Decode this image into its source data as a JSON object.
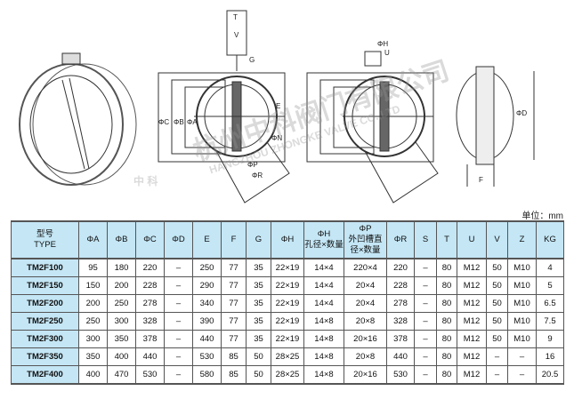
{
  "drawing": {
    "labels": {
      "T": "T",
      "V": "V",
      "H": "ΦH",
      "G": "G",
      "U": "U",
      "C": "ΦC",
      "B": "ΦB",
      "A": "ΦA",
      "E": "E",
      "P": "ΦP",
      "R": "ΦR",
      "N": "ΦN",
      "D": "ΦD",
      "F": "F"
    }
  },
  "watermark": {
    "cn": "杭州中科阀门有限公司",
    "en": "HANGZHOU ZHONGKE VALVE CO.,LTD",
    "logo": "中 科"
  },
  "unit": "单位：mm",
  "table": {
    "headers": [
      [
        "型号",
        "TYPE"
      ],
      [
        "ΦA"
      ],
      [
        "ΦB"
      ],
      [
        "ΦC"
      ],
      [
        "ΦD"
      ],
      [
        "E"
      ],
      [
        "F"
      ],
      [
        "G"
      ],
      [
        "ΦH"
      ],
      [
        "ΦH",
        "孔径×数量"
      ],
      [
        "ΦP",
        "外凹槽直",
        "径×数量"
      ],
      [
        "ΦR"
      ],
      [
        "S"
      ],
      [
        "T"
      ],
      [
        "U"
      ],
      [
        "V"
      ],
      [
        "Z"
      ],
      [
        "KG"
      ]
    ],
    "rows": [
      [
        "TM2F100",
        "95",
        "180",
        "220",
        "–",
        "250",
        "77",
        "35",
        "22×19",
        "14×4",
        "220×4",
        "220",
        "–",
        "80",
        "M12",
        "50",
        "M10",
        "4"
      ],
      [
        "TM2F150",
        "150",
        "200",
        "228",
        "–",
        "290",
        "77",
        "35",
        "22×19",
        "14×4",
        "20×4",
        "228",
        "–",
        "80",
        "M12",
        "50",
        "M10",
        "5"
      ],
      [
        "TM2F200",
        "200",
        "250",
        "278",
        "–",
        "340",
        "77",
        "35",
        "22×19",
        "14×4",
        "20×4",
        "278",
        "–",
        "80",
        "M12",
        "50",
        "M10",
        "6.5"
      ],
      [
        "TM2F250",
        "250",
        "300",
        "328",
        "–",
        "390",
        "77",
        "35",
        "22×19",
        "14×8",
        "20×8",
        "328",
        "–",
        "80",
        "M12",
        "50",
        "M10",
        "7.5"
      ],
      [
        "TM2F300",
        "300",
        "350",
        "378",
        "–",
        "440",
        "77",
        "35",
        "22×19",
        "14×8",
        "20×16",
        "378",
        "–",
        "80",
        "M12",
        "50",
        "M10",
        "9"
      ],
      [
        "TM2F350",
        "350",
        "400",
        "440",
        "–",
        "530",
        "85",
        "50",
        "28×25",
        "14×8",
        "20×8",
        "440",
        "–",
        "80",
        "M12",
        "–",
        "–",
        "16"
      ],
      [
        "TM2F400",
        "400",
        "470",
        "530",
        "–",
        "580",
        "85",
        "50",
        "28×25",
        "14×8",
        "20×16",
        "530",
        "–",
        "80",
        "M12",
        "–",
        "–",
        "20.5"
      ]
    ]
  }
}
